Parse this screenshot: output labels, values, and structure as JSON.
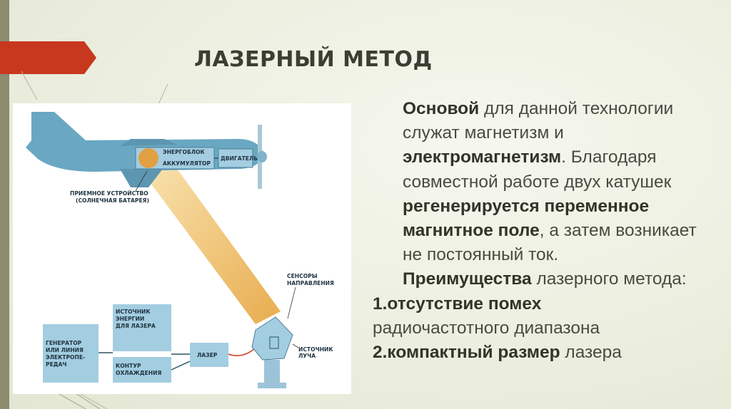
{
  "slide": {
    "title": "ЛАЗЕРНЫЙ МЕТОД",
    "colors": {
      "accent_arrow": "#c8381f",
      "left_bar": "#8c8c6e",
      "plane": "#6aa7c2",
      "box": "#a3cde0",
      "beam": "#f0c56b"
    }
  },
  "diagram": {
    "labels": {
      "energoblok": "ЭНЕРГОБЛОК",
      "akkumulyator": "АККУМУЛЯТОР",
      "dvigatel": "ДВИГАТЕЛЬ",
      "receiver_1": "ПРИЕМНОЕ УСТРОЙСТВО",
      "receiver_2": "(СОЛНЕЧНАЯ БАТАРЕЯ)",
      "sensors_1": "СЕНСОРЫ",
      "sensors_2": "НАПРАВЛЕНИЯ",
      "source_1": "ИСТОЧНИК",
      "source_2": "ЭНЕРГИИ",
      "source_3": "ДЛЯ ЛАЗЕРА",
      "generator_1": "ГЕНЕРАТОР",
      "generator_2": "ИЛИ ЛИНИЯ",
      "generator_3": "ЭЛЕКТРОПЕ-",
      "generator_4": "РЕДАЧ",
      "cooling_1": "КОНТУР",
      "cooling_2": "ОХЛАЖДЕНИЯ",
      "laser": "ЛАЗЕР",
      "beam_source": "ИСТОЧНИК ЛУЧА"
    }
  },
  "text": {
    "p1_bold_1": "Основой",
    "p1_t1": " для данной технологии служат магнетизм и ",
    "p1_bold_2": "электромагнетизм",
    "p1_t2": ". Благодаря совместной работе двух катушек ",
    "p1_bold_3": "регенерируется переменное магнитное поле",
    "p1_t3": ", а затем возникает не постоянный ток.",
    "p2_bold": "Преимущества",
    "p2_t": " лазерного метода:",
    "item1_bold": "1.отсутствие помех",
    "item1_t": "радиочастотного диапазона",
    "item2_bold": "2.компактный размер",
    "item2_t": " лазера"
  }
}
